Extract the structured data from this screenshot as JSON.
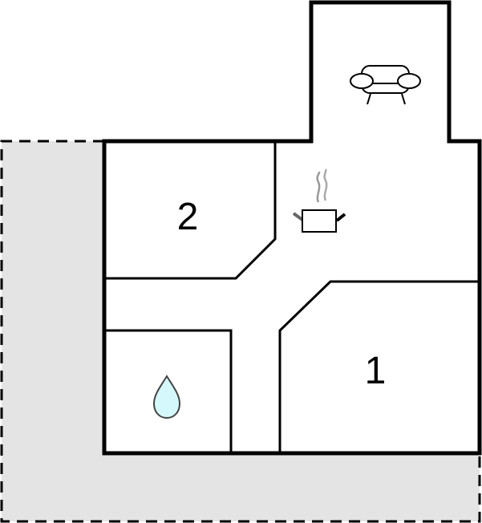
{
  "floorplan": {
    "rooms": [
      {
        "id": "bedroom-2",
        "label": "2"
      },
      {
        "id": "bedroom-1",
        "label": "1"
      },
      {
        "id": "kitchen",
        "icon": "cooking-pot-icon"
      },
      {
        "id": "living-room",
        "icon": "sofa-icon"
      },
      {
        "id": "bathroom",
        "icon": "water-drop-icon"
      }
    ],
    "colors": {
      "wall": "#000000",
      "terrace_fill": "#e4e4e4",
      "water_fill": "#d4f8fb",
      "steam": "#999999"
    }
  }
}
